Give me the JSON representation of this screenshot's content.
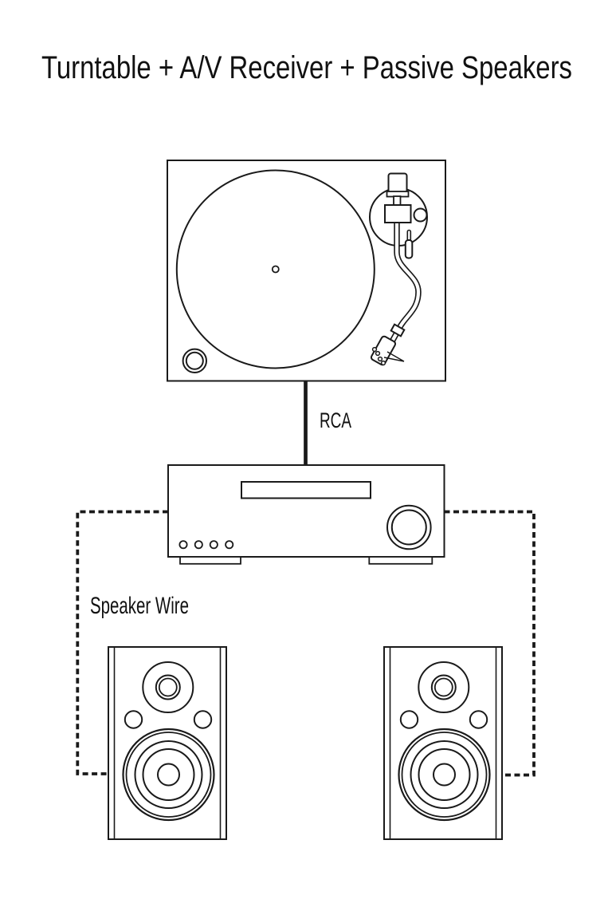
{
  "page": {
    "background": "#ffffff",
    "line_color": "#1a1a1a",
    "text_color": "#111111"
  },
  "title": "Turntable + A/V Receiver + Passive Speakers",
  "connections": {
    "rca_label": "RCA",
    "speaker_wire_label": "Speaker Wire"
  },
  "figures": [
    "turntable-icon",
    "av-receiver-icon",
    "passive-speaker-left-icon",
    "passive-speaker-right-icon"
  ]
}
